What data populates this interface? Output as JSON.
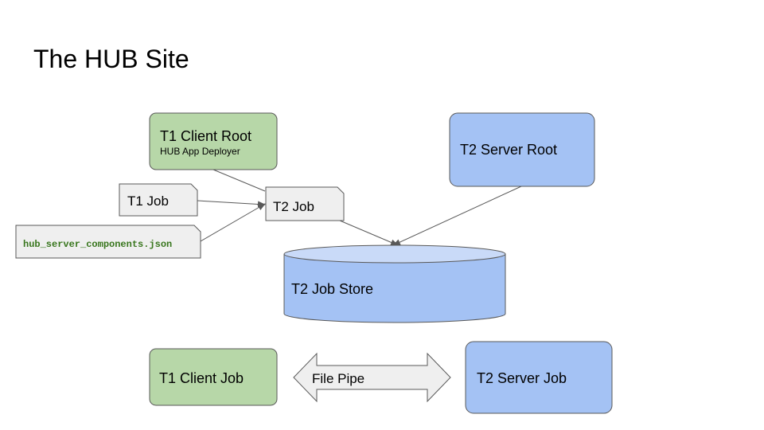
{
  "slide": {
    "title": "The HUB Site"
  },
  "nodes": {
    "t1_client_root": {
      "label": "T1 Client Root",
      "sublabel": "HUB App Deployer"
    },
    "t2_server_root": {
      "label": "T2 Server Root"
    },
    "t1_job": {
      "label": "T1 Job"
    },
    "t2_job": {
      "label": "T2 Job"
    },
    "json_file": {
      "label": "hub_server_components.json"
    },
    "t2_job_store": {
      "label": "T2 Job Store"
    },
    "t1_client_job": {
      "label": "T1 Client Job"
    },
    "file_pipe": {
      "label": "File Pipe"
    },
    "t2_server_job": {
      "label": "T2 Server Job"
    }
  },
  "colors": {
    "green_fill": "#b7d7a8",
    "green_stroke": "#595959",
    "blue_fill": "#a4c2f4",
    "blue_top": "#c9daf8",
    "doc_fill": "#efefef",
    "json_text": "#38761d",
    "line": "#595959"
  }
}
